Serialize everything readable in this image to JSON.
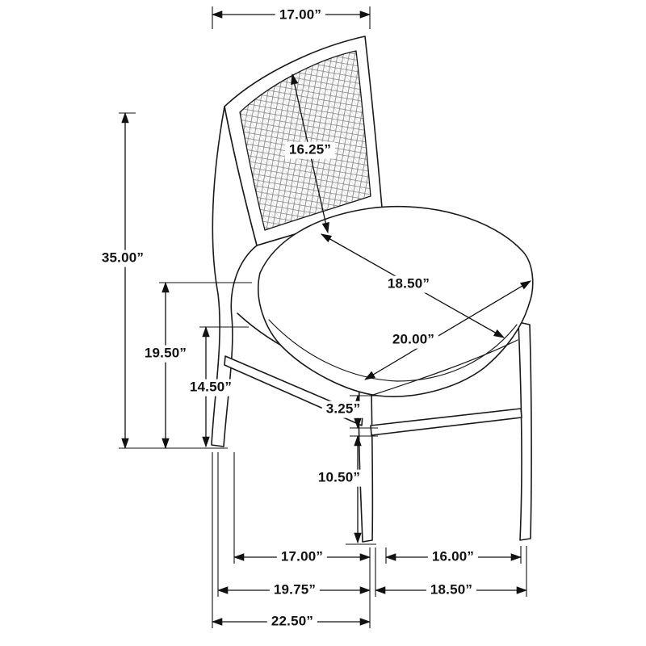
{
  "diagram": {
    "colors": {
      "line": "#1a1a1a",
      "background": "#ffffff"
    },
    "labels": {
      "back_width": "17.00”",
      "back_panel_diagonal": "16.25”",
      "overall_height": "35.00”",
      "seat_depth": "18.50”",
      "seat_width": "20.00”",
      "seat_height": "19.50”",
      "apron_height": "14.50”",
      "stretcher_thickness": "3.25”",
      "leg_height": "10.50”",
      "front_leg_spacing": "17.00”",
      "side_leg_spacing": "16.00”",
      "base_width": "19.75”",
      "base_depth": "18.50”",
      "overall_width": "22.50”"
    }
  }
}
